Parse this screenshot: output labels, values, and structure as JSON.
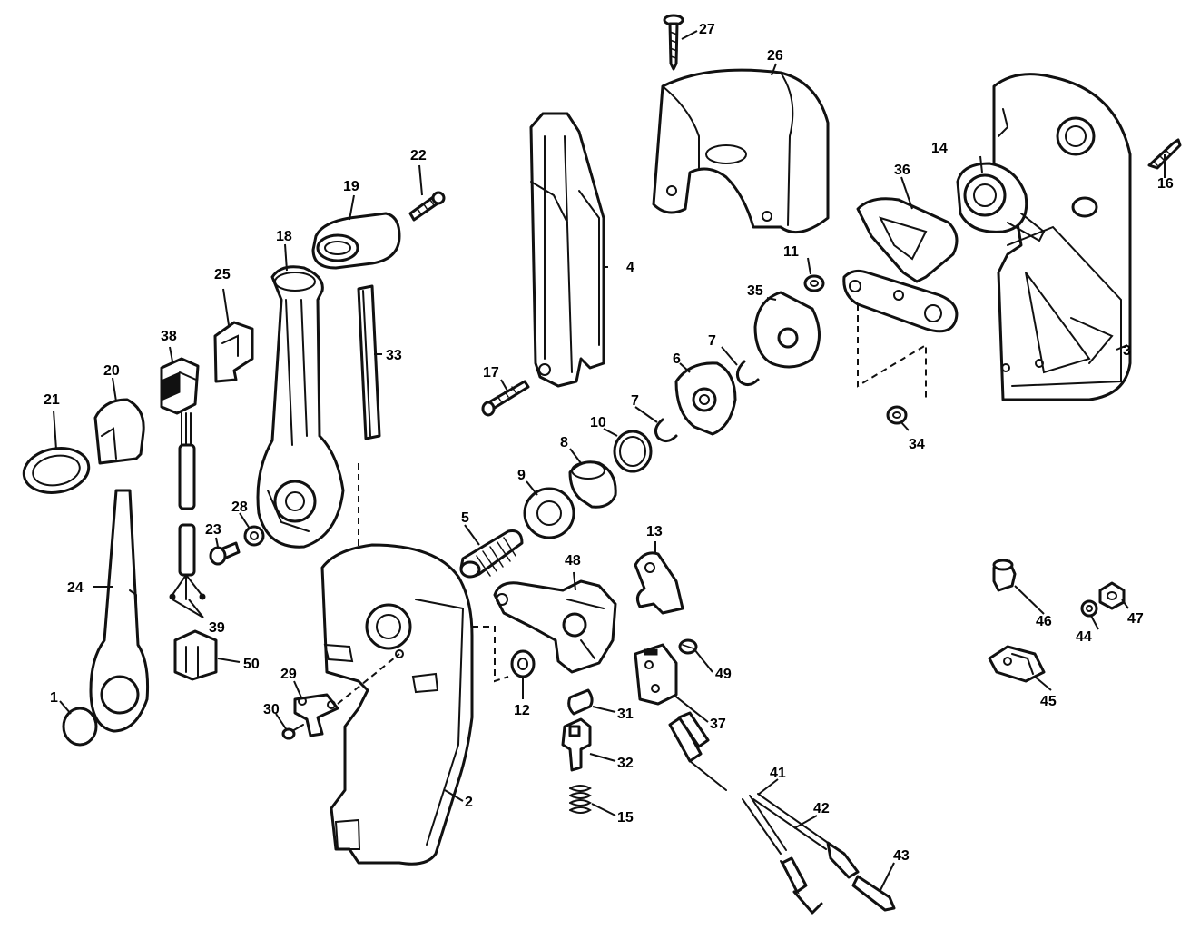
{
  "labels": {
    "p1": "1",
    "p2": "2",
    "p3": "3",
    "p4": "4",
    "p5": "5",
    "p6": "6",
    "p7a": "7",
    "p7b": "7",
    "p8": "8",
    "p9": "9",
    "p10": "10",
    "p11": "11",
    "p12": "12",
    "p13": "13",
    "p14": "14",
    "p15": "15",
    "p16": "16",
    "p17": "17",
    "p18": "18",
    "p19": "19",
    "p20": "20",
    "p21": "21",
    "p22": "22",
    "p23": "23",
    "p24": "24",
    "p25": "25",
    "p26": "26",
    "p27": "27",
    "p28": "28",
    "p29": "29",
    "p30": "30",
    "p31": "31",
    "p32": "32",
    "p33": "33",
    "p34": "34",
    "p35": "35",
    "p36": "36",
    "p37": "37",
    "p38": "38",
    "p39": "39",
    "p41": "41",
    "p42": "42",
    "p43": "43",
    "p44": "44",
    "p45": "45",
    "p46": "46",
    "p47": "47",
    "p48": "48",
    "p49": "49",
    "p50": "50"
  }
}
